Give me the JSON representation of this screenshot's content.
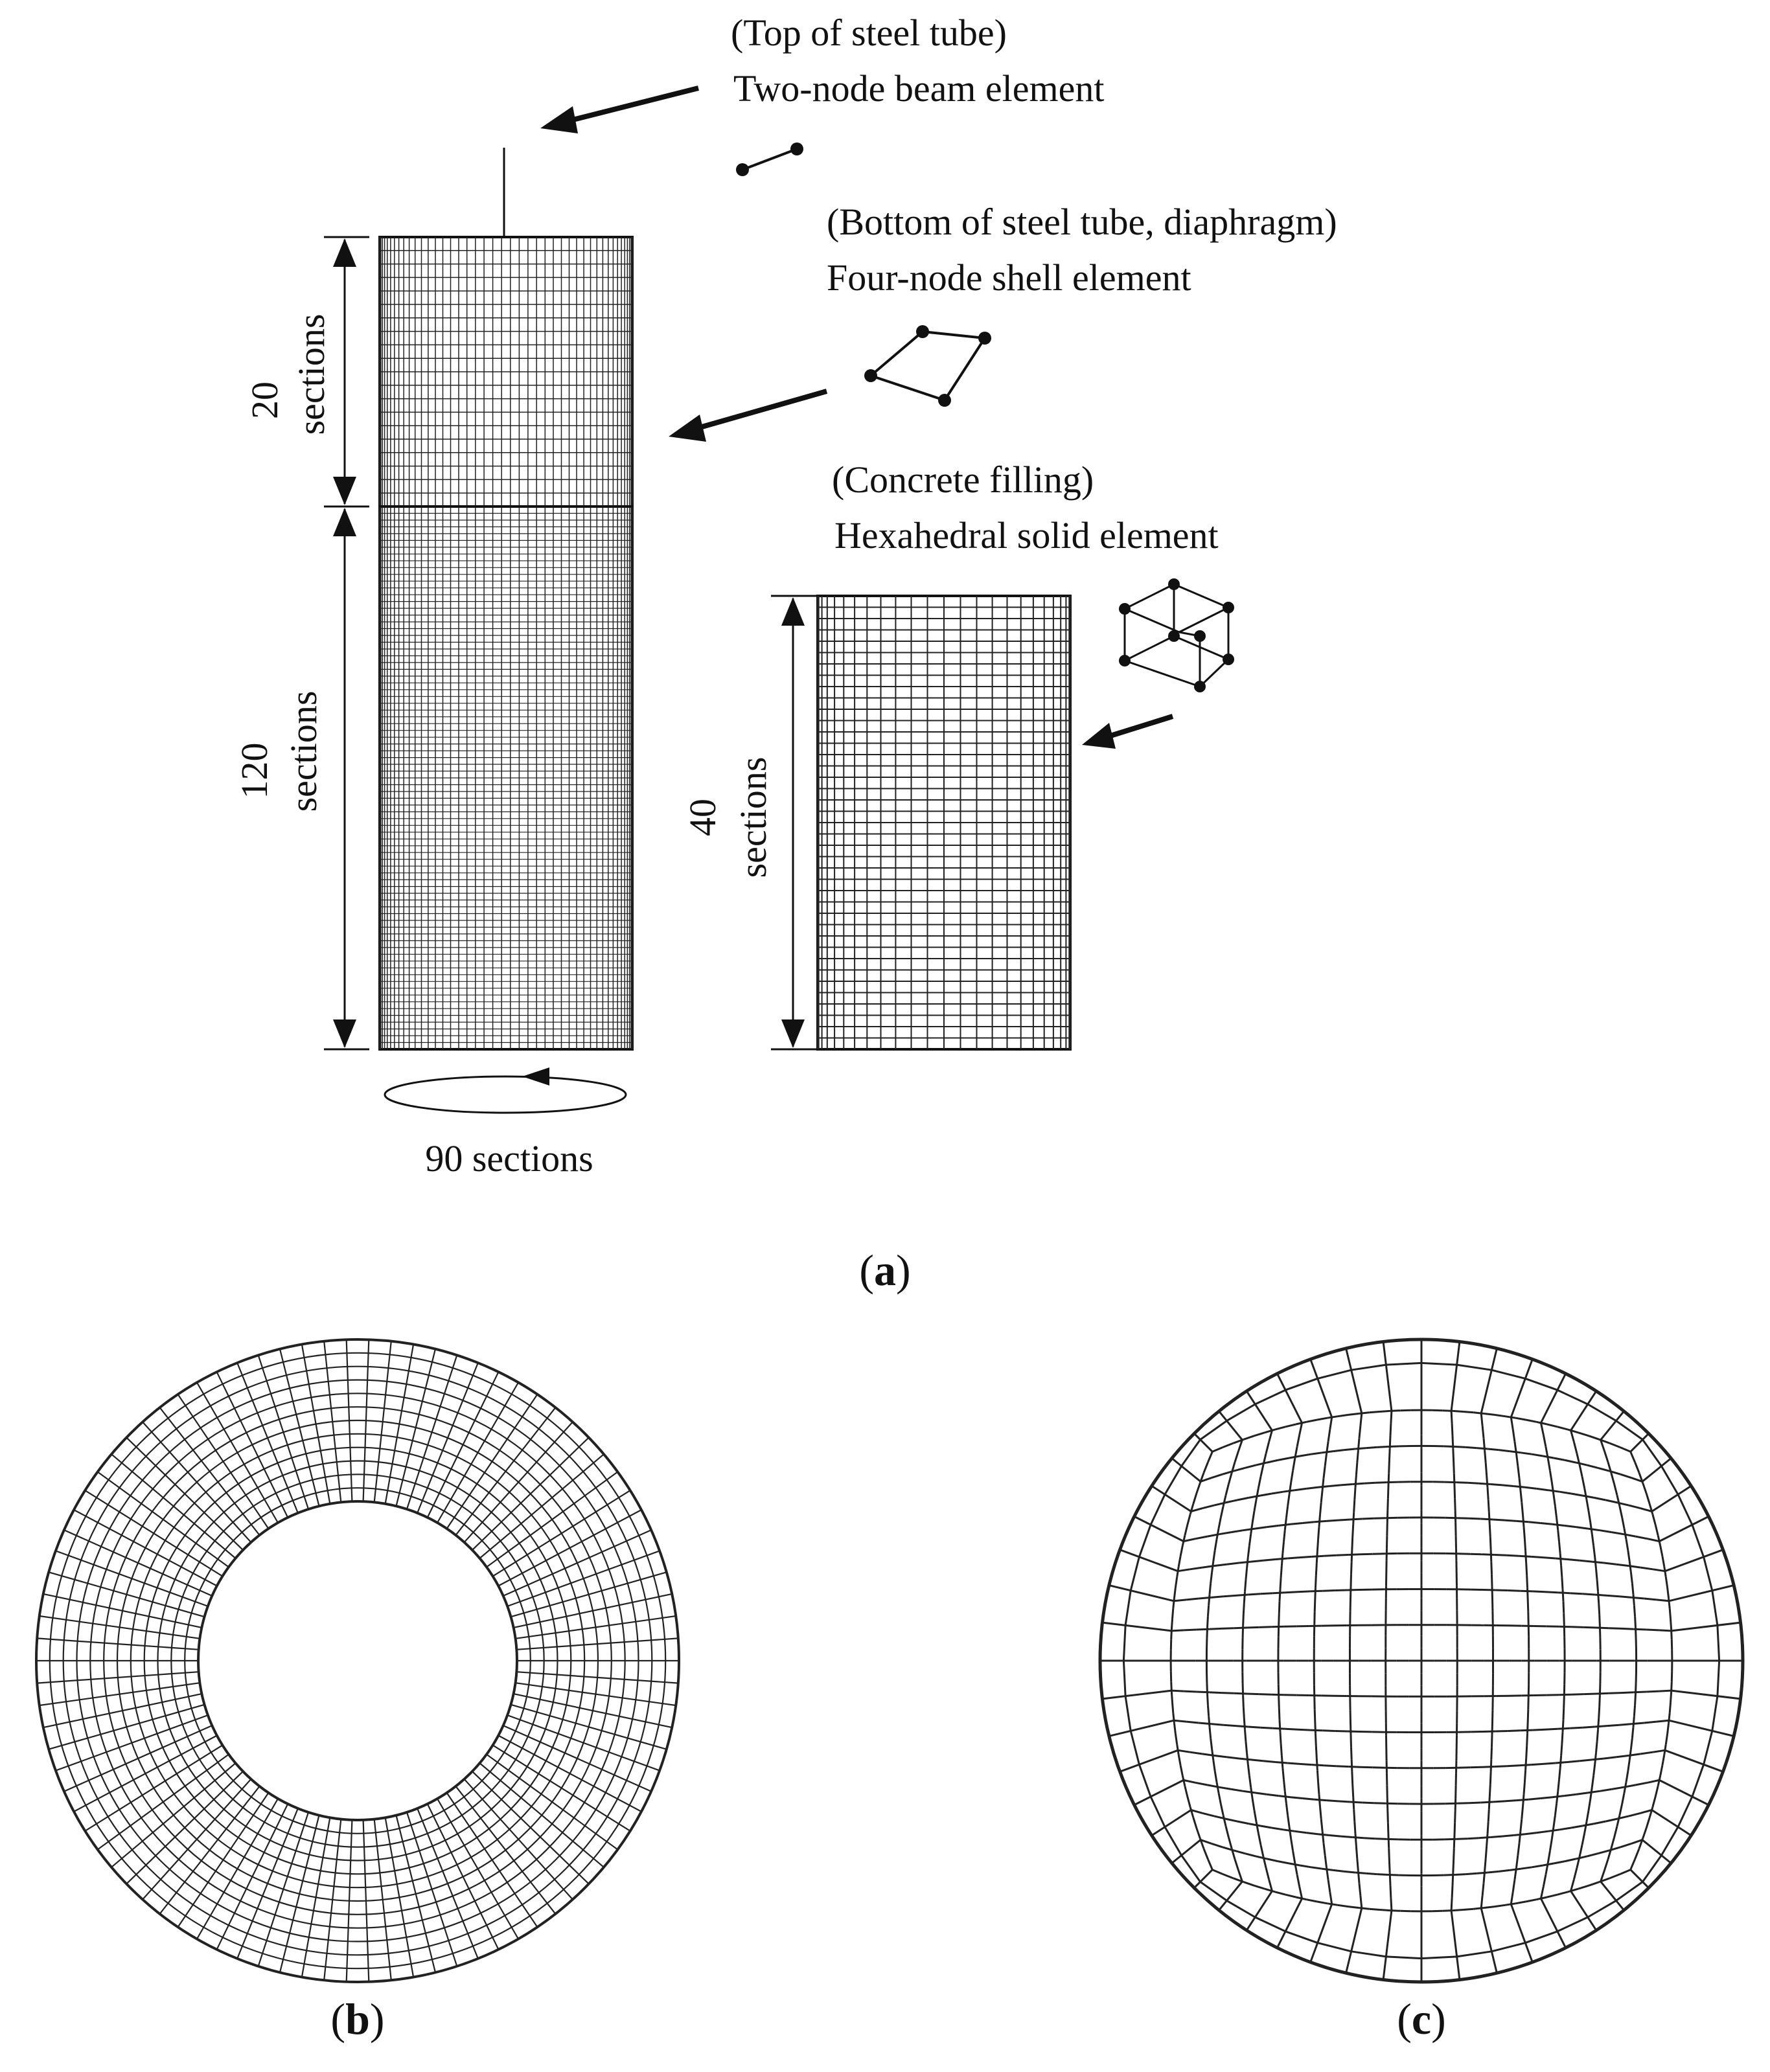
{
  "panel_a": {
    "beam_label_1": "(Top of steel tube)",
    "beam_label_2": "Two-node beam element",
    "shell_label_1": "(Bottom of steel tube, diaphragm)",
    "shell_label_2": "Four-node shell element",
    "solid_label_1": "(Concrete filling)",
    "solid_label_2": "Hexahedral solid element",
    "dim_top_num": "20",
    "dim_top_word": "sections",
    "dim_mid_num": "120",
    "dim_mid_word": "sections",
    "dim_right_num": "40",
    "dim_right_word": "sections",
    "circ_label": "90 sections"
  },
  "captions": {
    "a_open": "(",
    "a_letter": "a",
    "a_close": ")",
    "b_open": "(",
    "b_letter": "b",
    "b_close": ")",
    "c_open": "(",
    "c_letter": "c",
    "c_close": ")"
  },
  "colors": {
    "line": "#111111",
    "background": "#ffffff"
  }
}
